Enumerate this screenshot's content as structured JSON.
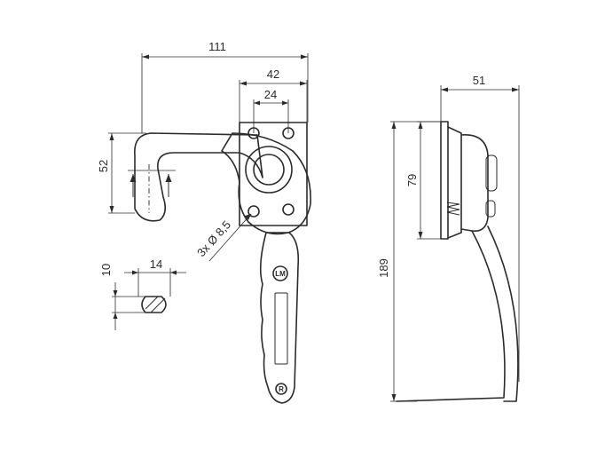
{
  "dimensions": {
    "overall_width": "111",
    "plate_width": "42",
    "hole_spacing": "24",
    "hook_height": "52",
    "hole_spec": "3x Ø 8,5",
    "section_height": "10",
    "section_width": "14",
    "side_width": "51",
    "side_plate_height": "79",
    "overall_height": "189"
  },
  "logos": {
    "handle_logo": "LM",
    "bottom_mark": "R"
  }
}
